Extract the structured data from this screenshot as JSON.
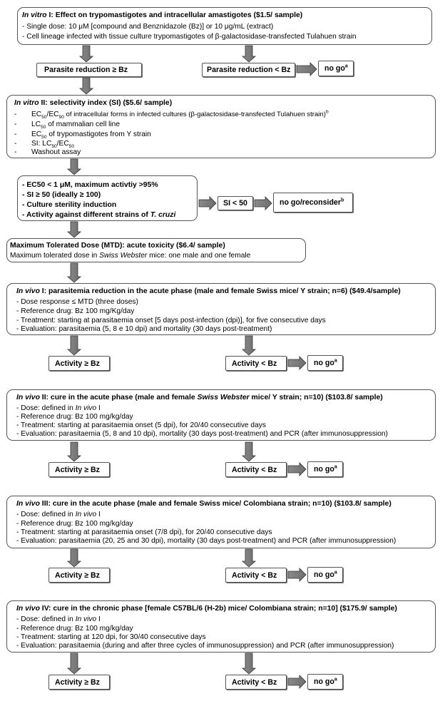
{
  "stage1": {
    "title_prefix": "In vitro",
    "title_rest": " I: Effect on trypomastigotes and intracellular amastigotes ($1.5/ sample)",
    "lines": [
      "- Single dose: 10 μM [compound and Benznidazole (Bz)] or 10 μg/mL (extract)",
      "- Cell lineage infected with tissue culture trypomastigotes of β-galactosidase-transfected Tulahuen strain"
    ]
  },
  "branch1": {
    "pass": "Parasite reduction ≥ Bz",
    "fail": "Parasite reduction < Bz",
    "nogo": "no go",
    "nogo_sup": "a"
  },
  "stage2": {
    "title_prefix": "In vitro",
    "title_rest": " II: selectivity index (SI) ($5.6/ sample)",
    "b1_a": "EC",
    "b1_a_sub": "50",
    "b1_b": "/EC",
    "b1_b_sub": "90",
    "b1_c": " of intracellular forms in infected cultures (β-galactosidase-transfected Tulahuen strain)",
    "b1_sup": "b",
    "b2_a": "LC",
    "b2_sub": "50",
    "b2_c": " of mammalian cell line",
    "b3_a": "EC",
    "b3_sub": "50",
    "b3_c": " of trypomastigotes from Y strain",
    "b4_a": "SI: LC",
    "b4_sub1": "50",
    "b4_b": "/EC",
    "b4_sub2": "50",
    "b5": "Washout assay"
  },
  "stage3": {
    "lines": [
      "- EC50 < 1 μM, maximum activtiy >95%",
      "- SI ≥ 50 (ideally ≥ 100)",
      "- Culture sterility induction"
    ],
    "last_prefix": "- Activity against different strains of ",
    "last_em": "T. cruzi",
    "fail": "SI < 50",
    "nogo": "no go/reconsider",
    "nogo_sup": "b"
  },
  "stage4": {
    "title": "Maximum Tolerated Dose (MTD): acute toxicity ($6.4/ sample)",
    "line_pre": "Maximum tolerated dose in ",
    "line_em": "Swiss Webster",
    "line_post": " mice: one male and one female"
  },
  "stage5": {
    "title_prefix": "In vivo",
    "title_rest": " I: parasitemia reduction in the acute phase (male and female Swiss mice/ Y strain; n=6) ($49.4/sample)",
    "lines": [
      "- Dose response ≤ MTD (three doses)",
      "- Reference drug: Bz 100 mg/Kg/day",
      "- Treatment: starting at parasitaemia onset [5 days post-infection (dpi)], for five consecutive days",
      "- Evaluation: parasitaemia (5, 8 e 10 dpi) and mortality (30 days post-treatment)"
    ]
  },
  "branch5": {
    "pass": "Activity ≥ Bz",
    "fail": "Activity < Bz",
    "nogo": "no go",
    "nogo_sup": "a"
  },
  "stage6": {
    "title_prefix": "In vivo",
    "title_mid": " II: cure in the acute phase (male and female ",
    "title_em": "Swiss Webster",
    "title_rest": " mice/ Y strain; n=10) ($103.8/ sample)",
    "dose_pre": "- Dose: defined in ",
    "dose_em": "In vivo",
    "dose_post": " I",
    "lines": [
      "- Reference drug: Bz 100 mg/kg/day",
      "- Treatment: starting at parasitaemia onset (5 dpi), for 20/40 consecutive days",
      "- Evaluation: parasitaemia (5, 8 and 10 dpi), mortality (30 days post-treatment) and PCR (after immunosuppression)"
    ]
  },
  "branch6": {
    "pass": "Activity ≥ Bz",
    "fail": "Activity < Bz",
    "nogo": "no go",
    "nogo_sup": "a"
  },
  "stage7": {
    "title_prefix": "In vivo",
    "title_rest": " III: cure in the acute phase (male and female Swiss mice/ Colombiana strain; n=10) ($103.8/ sample)",
    "dose_pre": "- Dose: defined in ",
    "dose_em": "In vivo",
    "dose_post": " I",
    "lines": [
      "- Reference drug: Bz 100 mg/kg/day",
      "- Treatment: starting at parasitaemia onset (7/8 dpi), for 20/40 consecutive days",
      "- Evaluation: parasitaemia (20, 25 and 30 dpi), mortality (30 days post-treatment) and PCR (after immunosuppression)"
    ]
  },
  "branch7": {
    "pass": "Activity ≥ Bz",
    "fail": "Activity < Bz",
    "nogo": "no go",
    "nogo_sup": "a"
  },
  "stage8": {
    "title_prefix": "In vivo",
    "title_rest": " IV: cure in the chronic phase [female C57BL/6 (H-2b) mice/ Colombiana strain; n=10] ($175.9/ sample)",
    "dose_pre": "- Dose: defined in ",
    "dose_em": "In vivo",
    "dose_post": " I",
    "lines": [
      "- Reference drug: Bz 100 mg/kg/day",
      "- Treatment: starting at 120 dpi, for 30/40 consecutive days",
      "- Evaluation: parasitaemia (during and after three cycles of immunosuppression) and PCR (after immunosuppression)"
    ]
  },
  "branch8": {
    "pass": "Activity ≥ Bz",
    "fail": "Activity < Bz",
    "nogo": "no go",
    "nogo_sup": "a"
  }
}
